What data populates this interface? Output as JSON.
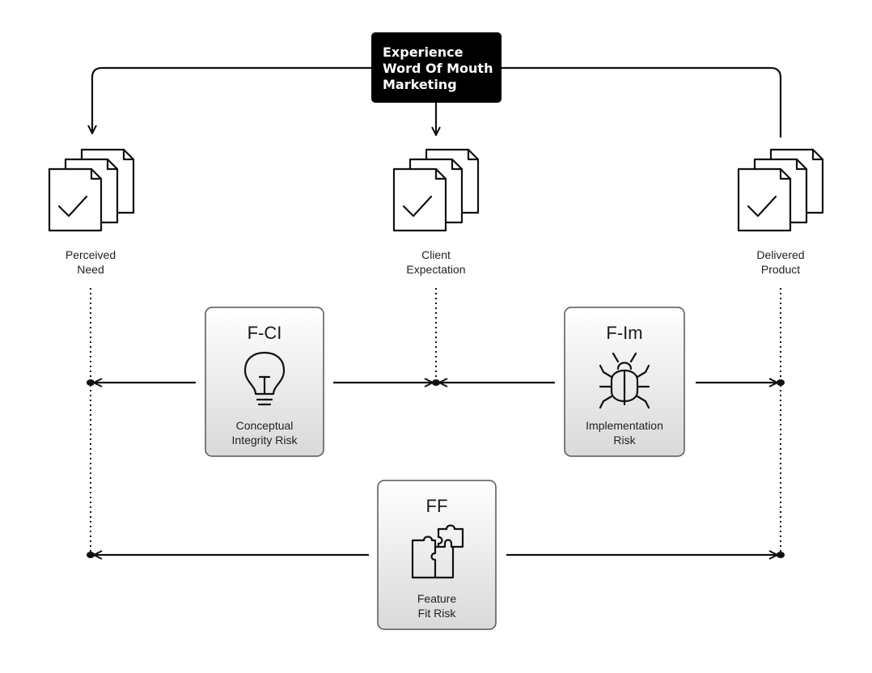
{
  "top_box": {
    "lines": [
      "Experience",
      "Word Of Mouth",
      "Marketing"
    ],
    "fill": "#000000"
  },
  "documents": [
    {
      "id": "perceived-need",
      "lines": [
        "Perceived",
        "Need"
      ],
      "icon": "document-check-icon"
    },
    {
      "id": "client-expectation",
      "lines": [
        "Client",
        "Expectation"
      ],
      "icon": "document-check-icon"
    },
    {
      "id": "delivered-product",
      "lines": [
        "Delivered",
        "Product"
      ],
      "icon": "document-check-icon"
    }
  ],
  "risks": [
    {
      "id": "f-ci",
      "code": "F-CI",
      "lines": [
        "Conceptual",
        "Integrity Risk"
      ],
      "icon": "lightbulb-icon"
    },
    {
      "id": "f-im",
      "code": "F-Im",
      "lines": [
        "Implementation",
        "Risk"
      ],
      "icon": "bug-icon"
    },
    {
      "id": "ff",
      "code": "FF",
      "lines": [
        "Feature",
        "Fit Risk"
      ],
      "icon": "puzzle-icon"
    }
  ],
  "colors": {
    "risk_box_top": "#ffffff",
    "risk_box_bottom": "#dcdcdc",
    "risk_box_border": "#555555"
  }
}
